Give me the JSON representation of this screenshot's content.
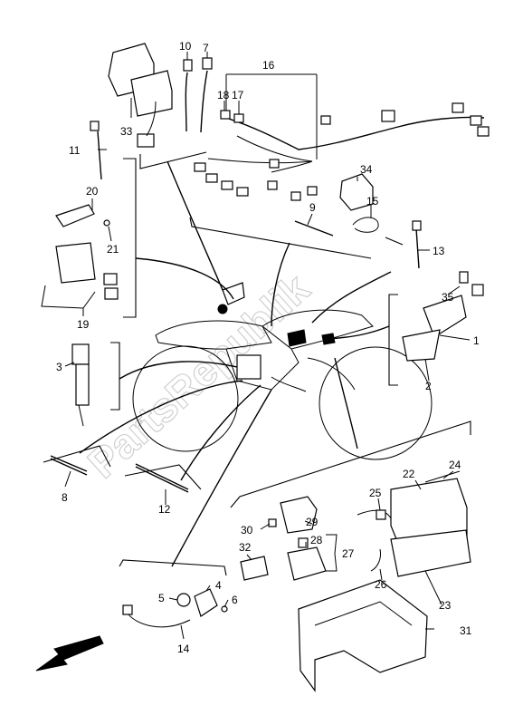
{
  "watermark": "PartsRepublik",
  "callouts": {
    "n1": "1",
    "n2": "2",
    "n3": "3",
    "n4": "4",
    "n5": "5",
    "n6": "6",
    "n7": "7",
    "n8": "8",
    "n9": "9",
    "n10": "10",
    "n11": "11",
    "n12": "12",
    "n13": "13",
    "n14": "14",
    "n15": "15",
    "n16": "16",
    "n17": "17",
    "n18": "18",
    "n19": "19",
    "n20": "20",
    "n21": "21",
    "n22": "22",
    "n23": "23",
    "n24": "24",
    "n25": "25",
    "n26": "26",
    "n27": "27",
    "n28": "28",
    "n29": "29",
    "n30": "30",
    "n31": "31",
    "n32": "32",
    "n33": "33",
    "n34": "34",
    "n35": "35"
  },
  "icons": {
    "front_arrow": "arrow-left-down-icon"
  }
}
